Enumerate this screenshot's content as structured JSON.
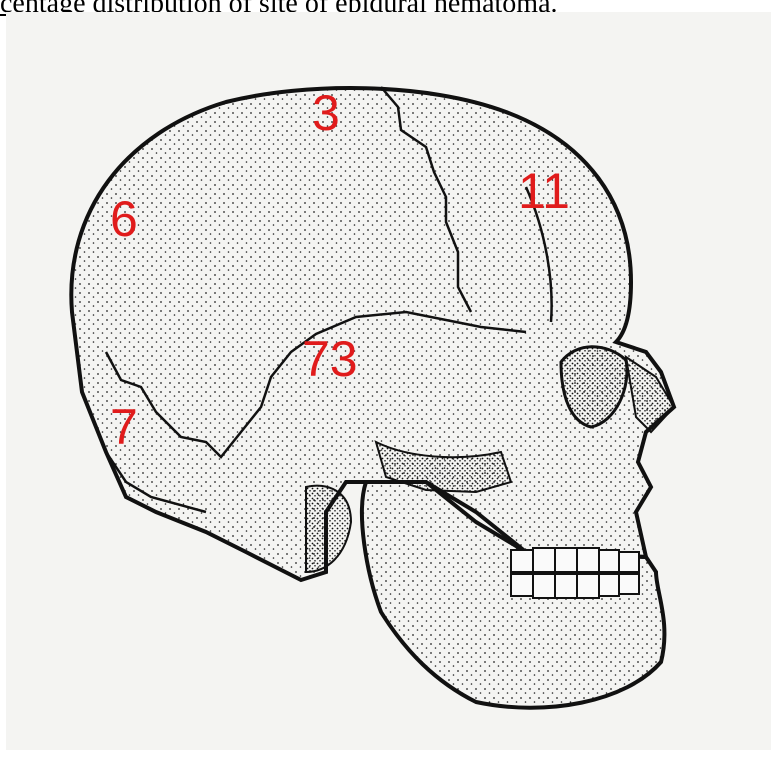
{
  "caption": "centage distribution of site of epidural hematoma.",
  "colors": {
    "label": "#e01b1b",
    "ink": "#111111",
    "paper": "#f4f4f2"
  },
  "labels": {
    "parietal_top": "3",
    "frontal": "11",
    "occipital_upper": "6",
    "temporal": "73",
    "occipital_lower": "7"
  }
}
